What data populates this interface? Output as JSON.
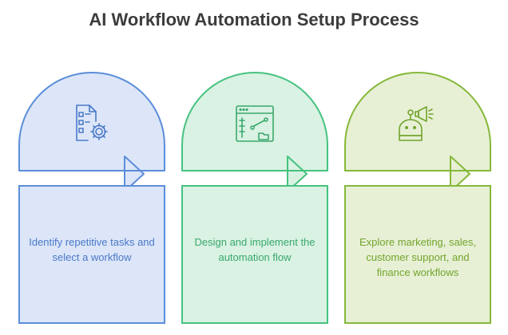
{
  "title": "AI Workflow Automation Setup Process",
  "steps": [
    {
      "icon": "checklist-gear-icon",
      "text": "Identify repetitive tasks and select a workflow",
      "color": "#5b8dd9",
      "fill": "#dce6f8",
      "text_color": "#4a78c8"
    },
    {
      "icon": "workflow-window-icon",
      "text": "Design and implement the automation flow",
      "color": "#46c27f",
      "fill": "#d9f2e3",
      "text_color": "#3aa86c"
    },
    {
      "icon": "robot-megaphone-icon",
      "text": "Explore marketing, sales, customer support, and finance workflows",
      "color": "#86b83a",
      "fill": "#e7f0d5",
      "text_color": "#73a42d"
    }
  ]
}
